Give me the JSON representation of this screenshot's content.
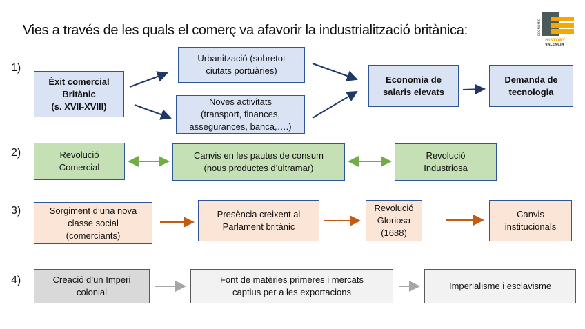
{
  "title": "Vies a través de les quals el comerç va afavorir la industrialització britànica:",
  "logo": {
    "text": [
      "ECONOMIC",
      "HISTORY",
      "VALENCIA"
    ],
    "colors": {
      "dark": "#4a5a5a",
      "accent": "#f5a800"
    }
  },
  "rows": [
    {
      "number": "1)",
      "boxes": [
        "Èxit comercial\nBritànic\n(s. XVII-XVIII)",
        "Urbanització (sobretot\nciutats portuàries)",
        "Noves activitats\n(transport, finances,\nassegurances, banca,….)",
        "Economia de\nsalaris elevats",
        "Demanda de\ntecnologia"
      ]
    },
    {
      "number": "2)",
      "boxes": [
        "Revolució\nComercial",
        "Canvis en les pautes de consum\n(nous productes d’ultramar)",
        "Revolució\nIndustriosa"
      ]
    },
    {
      "number": "3)",
      "boxes": [
        "Sorgiment d’una nova\nclasse social\n(comerciants)",
        "Presència creixent al\nParlament britànic",
        "Revolució\nGloriosa\n(1688)",
        "Canvis\ninstitucionals"
      ]
    },
    {
      "number": "4)",
      "boxes": [
        "Creació d’un Imperi\ncolonial",
        "Font de matèries primeres i mercats\ncaptius per a les exportacions",
        "Imperialisme i esclavisme"
      ]
    }
  ],
  "colors": {
    "row1": "#dae3f3",
    "row2": "#c5e0b4",
    "row3": "#fbe5d6",
    "row4": "#d9d9d9",
    "arrow1": "#1f3864",
    "arrow2": "#70ad47",
    "arrow3": "#c55a11",
    "arrow4": "#a6a6a6"
  }
}
